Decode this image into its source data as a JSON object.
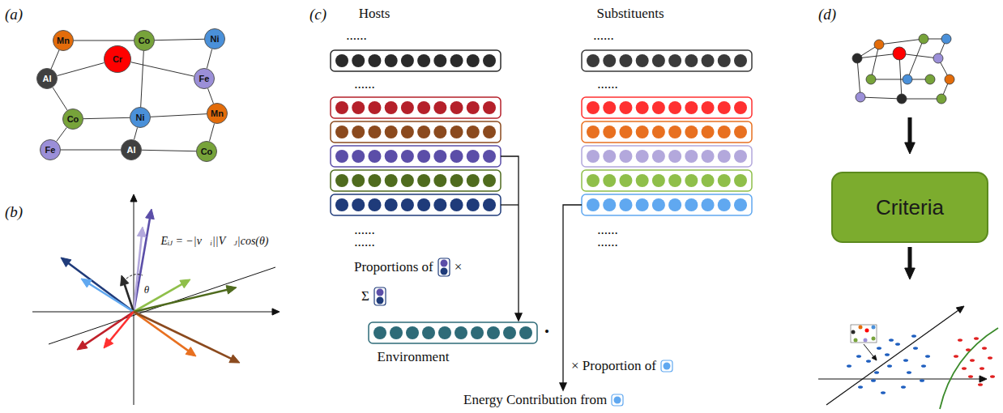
{
  "diagram": {
    "nodes": [
      {
        "text": [
          "Mn"
        ]
      },
      {
        "text": [
          "Co"
        ]
      },
      {
        "text": [
          "Ni"
        ]
      },
      {
        "text": [
          "Al"
        ]
      },
      {
        "text": [
          "Cr"
        ]
      },
      {
        "text": [
          "Fe"
        ]
      },
      {
        "text": [
          "Co"
        ]
      },
      {
        "text": [
          "Ni"
        ]
      },
      {
        "text": [
          "Mn"
        ]
      },
      {
        "text": [
          "Fe"
        ]
      },
      {
        "text": [
          "Al"
        ]
      },
      {
        "text": [
          "Co"
        ]
      },
      {
        "text": [
          "Criteria"
        ]
      }
    ],
    "edges": [
      {
        "from": 0,
        "to": 1,
        "arrow": "none"
      },
      {
        "from": 1,
        "to": 2,
        "arrow": "none"
      },
      {
        "from": 0,
        "to": 3,
        "arrow": "none"
      },
      {
        "from": 2,
        "to": 5,
        "arrow": "none"
      },
      {
        "from": 3,
        "to": 4,
        "arrow": "none"
      },
      {
        "from": 4,
        "to": 5,
        "arrow": "none"
      },
      {
        "from": 1,
        "to": 7,
        "arrow": "none"
      },
      {
        "from": 3,
        "to": 6,
        "arrow": "none"
      },
      {
        "from": 6,
        "to": 7,
        "arrow": "none"
      },
      {
        "from": 7,
        "to": 8,
        "arrow": "none"
      },
      {
        "from": 5,
        "to": 8,
        "arrow": "none"
      },
      {
        "from": 6,
        "to": 9,
        "arrow": "none"
      },
      {
        "from": 9,
        "to": 10,
        "arrow": "none"
      },
      {
        "from": 7,
        "to": 10,
        "arrow": "none"
      },
      {
        "from": 10,
        "to": 11,
        "arrow": "none"
      },
      {
        "from": 8,
        "to": 11,
        "arrow": "none"
      }
    ],
    "labels": [
      "(a)",
      "(b)",
      "(c)",
      "(d)",
      "Eᵢⱼ = −|v⃗ᵢ||V⃗ⱼ|cos(θ)",
      "θ",
      "Hosts",
      "Substituents",
      "......",
      "......",
      "......",
      "......",
      "......",
      "......",
      "......",
      "......",
      "Proportions of",
      "×",
      "Σ",
      "Environment",
      "•",
      "× Proportion of",
      "Energy Contribution from"
    ]
  }
}
